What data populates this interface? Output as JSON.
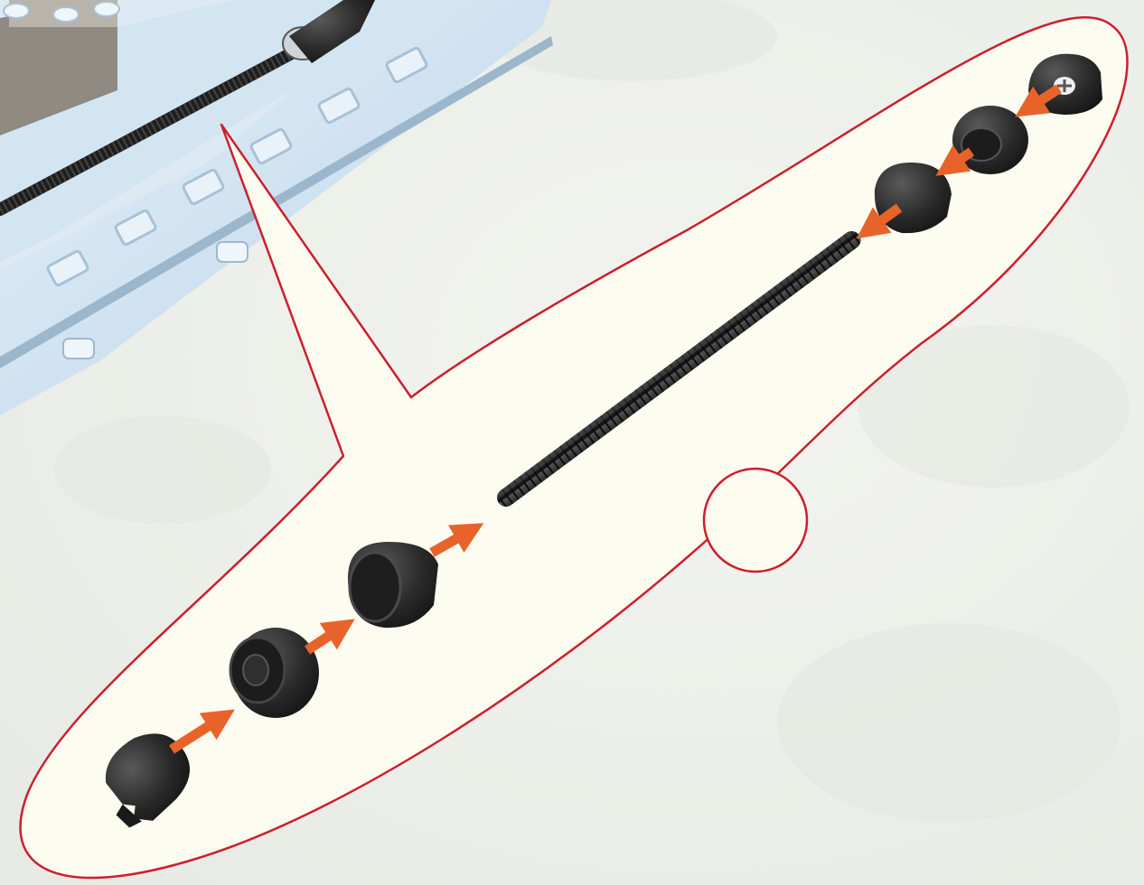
{
  "image": {
    "kind": "assembly-instruction-illustration",
    "background_color": "#eef0ea",
    "callout_fill": "#fdfcf0",
    "callout_outline_color": "#cc1f2e",
    "arrow_color": "#e8632a",
    "part_color": "#2a2a2a",
    "model_color": "#cfe3f2"
  },
  "callout": {
    "detail_circle_empty": true,
    "sequence_upper": [
      "screw-cap",
      "washer",
      "cone-nut"
    ],
    "sequence_lower": [
      "clip-cap",
      "washer",
      "cone-nut"
    ],
    "center_part": "threaded-rod"
  }
}
